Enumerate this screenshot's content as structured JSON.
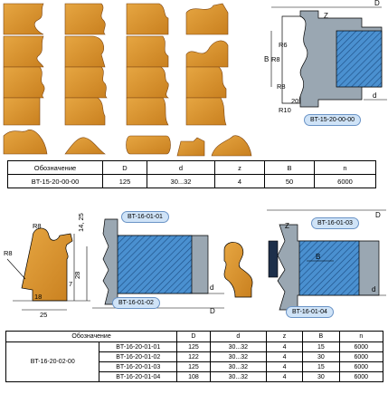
{
  "page": {
    "colors": {
      "wood": "#d9952f",
      "wood_dark": "#a05a14",
      "cutter": "#3b82c4",
      "tag_bg": "#cfe3f7",
      "steel": "#9aa7b2"
    },
    "thumbnails": [
      {
        "name": "profile-1"
      },
      {
        "name": "profile-2"
      },
      {
        "name": "profile-3"
      },
      {
        "name": "profile-4"
      },
      {
        "name": "profile-5"
      },
      {
        "name": "profile-6"
      },
      {
        "name": "profile-7"
      },
      {
        "name": "profile-8"
      },
      {
        "name": "profile-9"
      },
      {
        "name": "profile-10"
      },
      {
        "name": "profile-11"
      },
      {
        "name": "profile-12"
      },
      {
        "name": "profile-13"
      },
      {
        "name": "profile-14"
      },
      {
        "name": "profile-15"
      },
      {
        "name": "profile-16"
      },
      {
        "name": "profile-17"
      },
      {
        "name": "profile-18"
      },
      {
        "name": "profile-19"
      },
      {
        "name": "profile-20"
      },
      {
        "name": "profile-21"
      }
    ],
    "drawing_top": {
      "labels": {
        "D": "D",
        "Z": "Z",
        "R6": "R6",
        "R8a": "R8",
        "B": "B",
        "R8b": "R8",
        "n20": "20",
        "R10": "R10",
        "d": "d"
      },
      "tag": "BT-15-20-00-00"
    },
    "table1": {
      "headers": [
        "Обозначение",
        "D",
        "d",
        "z",
        "B",
        "n"
      ],
      "row": [
        "BT-15-20-00-00",
        "125",
        "30...32",
        "4",
        "50",
        "6000"
      ]
    },
    "drawing_left": {
      "labels": {
        "R8a": "R8",
        "R8b": "R8",
        "n14_25": "14, 25",
        "n7": "7",
        "n28": "28",
        "n18": "18",
        "n25": "25"
      }
    },
    "drawing_mid": {
      "tag_top": "BT-16-01-01",
      "tag_bottom": "BT-16-01-02",
      "labels": {
        "D": "D",
        "d": "d"
      }
    },
    "drawing_right": {
      "tag_top": "BT-16-01-03",
      "tag_bottom": "BT-16-01-04",
      "labels": {
        "D": "D",
        "Z": "Z",
        "B": "B",
        "d": "d"
      }
    },
    "table2": {
      "headers": [
        "Обозначение",
        "D",
        "d",
        "z",
        "B",
        "n"
      ],
      "group": "BT-16-20-02-00",
      "rows": [
        [
          "BT-16-20-01-01",
          "125",
          "30...32",
          "4",
          "15",
          "6000"
        ],
        [
          "BT-16-20-01-02",
          "122",
          "30...32",
          "4",
          "30",
          "6000"
        ],
        [
          "BT-16-20-01-03",
          "125",
          "30...32",
          "4",
          "15",
          "6000"
        ],
        [
          "BT-16-20-01-04",
          "108",
          "30...32",
          "4",
          "30",
          "6000"
        ]
      ]
    }
  }
}
